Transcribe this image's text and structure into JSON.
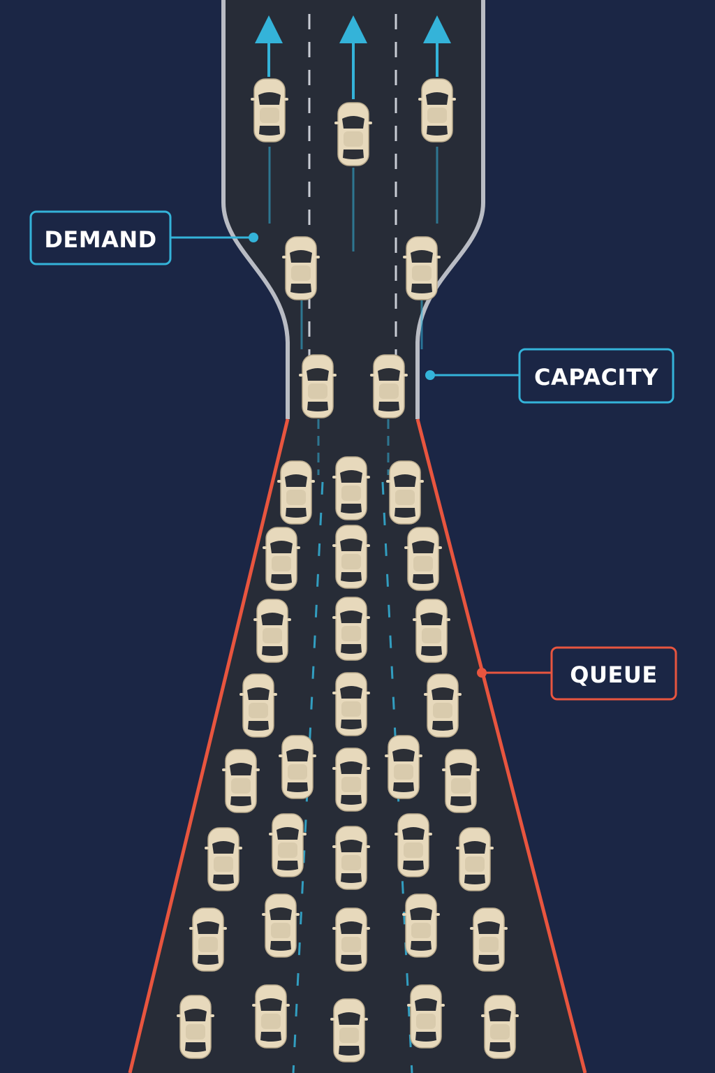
{
  "labels": {
    "demand": "DEMAND",
    "capacity": "CAPACITY",
    "queue": "QUEUE"
  },
  "colors": {
    "background": "#1b2645",
    "road": "#272c37",
    "road_edge_upper": "#b9bcc4",
    "road_edge_queue": "#e8553f",
    "lane_marking": "#c8ccd4",
    "flow_accent": "#34b3d9",
    "car_body": "#e7d9bc",
    "car_window": "#2c2f36",
    "label_text": "#ffffff",
    "label_background": "#1b2645"
  },
  "icons": {
    "vehicle": "car-icon",
    "direction": "arrow-up-icon"
  }
}
